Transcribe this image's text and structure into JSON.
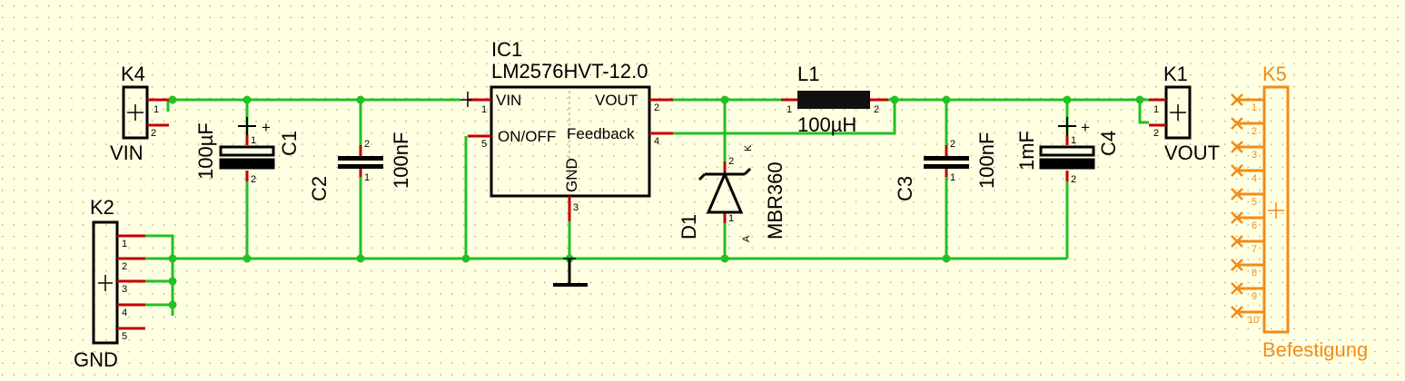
{
  "colors": {
    "background": "#ffffe2",
    "wire": "#22c022",
    "pin": "#c00000",
    "part": "#000000",
    "mounting": "#f28c17"
  },
  "connectors": {
    "k4": {
      "name": "K4",
      "value": "VIN",
      "pins": [
        "1",
        "2"
      ]
    },
    "k2": {
      "name": "K2",
      "value": "GND",
      "pins": [
        "1",
        "2",
        "3",
        "4",
        "5"
      ]
    },
    "k1": {
      "name": "K1",
      "value": "VOUT",
      "pins": [
        "1",
        "2"
      ]
    },
    "k5": {
      "name": "K5",
      "value": "Befestigung",
      "pins": [
        "1",
        "2",
        "3",
        "4",
        "5",
        "6",
        "7",
        "8",
        "9",
        "10"
      ]
    }
  },
  "capacitors": {
    "c1": {
      "name": "C1",
      "value": "100µF",
      "pins": [
        "1",
        "2"
      ]
    },
    "c2": {
      "name": "C2",
      "value": "100nF",
      "pins": [
        "2",
        "1"
      ]
    },
    "c3": {
      "name": "C3",
      "value": "100nF",
      "pins": [
        "2",
        "1"
      ]
    },
    "c4": {
      "name": "C4",
      "value": "1mF",
      "pins": [
        "1",
        "2"
      ]
    }
  },
  "ic1": {
    "name": "IC1",
    "value": "LM2576HVT-12.0",
    "vin": "VIN",
    "vout": "VOUT",
    "onoff": "ON/OFF",
    "feedback": "Feedback",
    "gnd": "GND",
    "pins": {
      "p1": "1",
      "p2": "2",
      "p3": "3",
      "p4": "4",
      "p5": "5"
    }
  },
  "l1": {
    "name": "L1",
    "value": "100µH",
    "pins": [
      "1",
      "2"
    ]
  },
  "d1": {
    "name": "D1",
    "value": "MBR360",
    "anode": "A",
    "cathode": "K",
    "pins": [
      "2",
      "1"
    ]
  }
}
